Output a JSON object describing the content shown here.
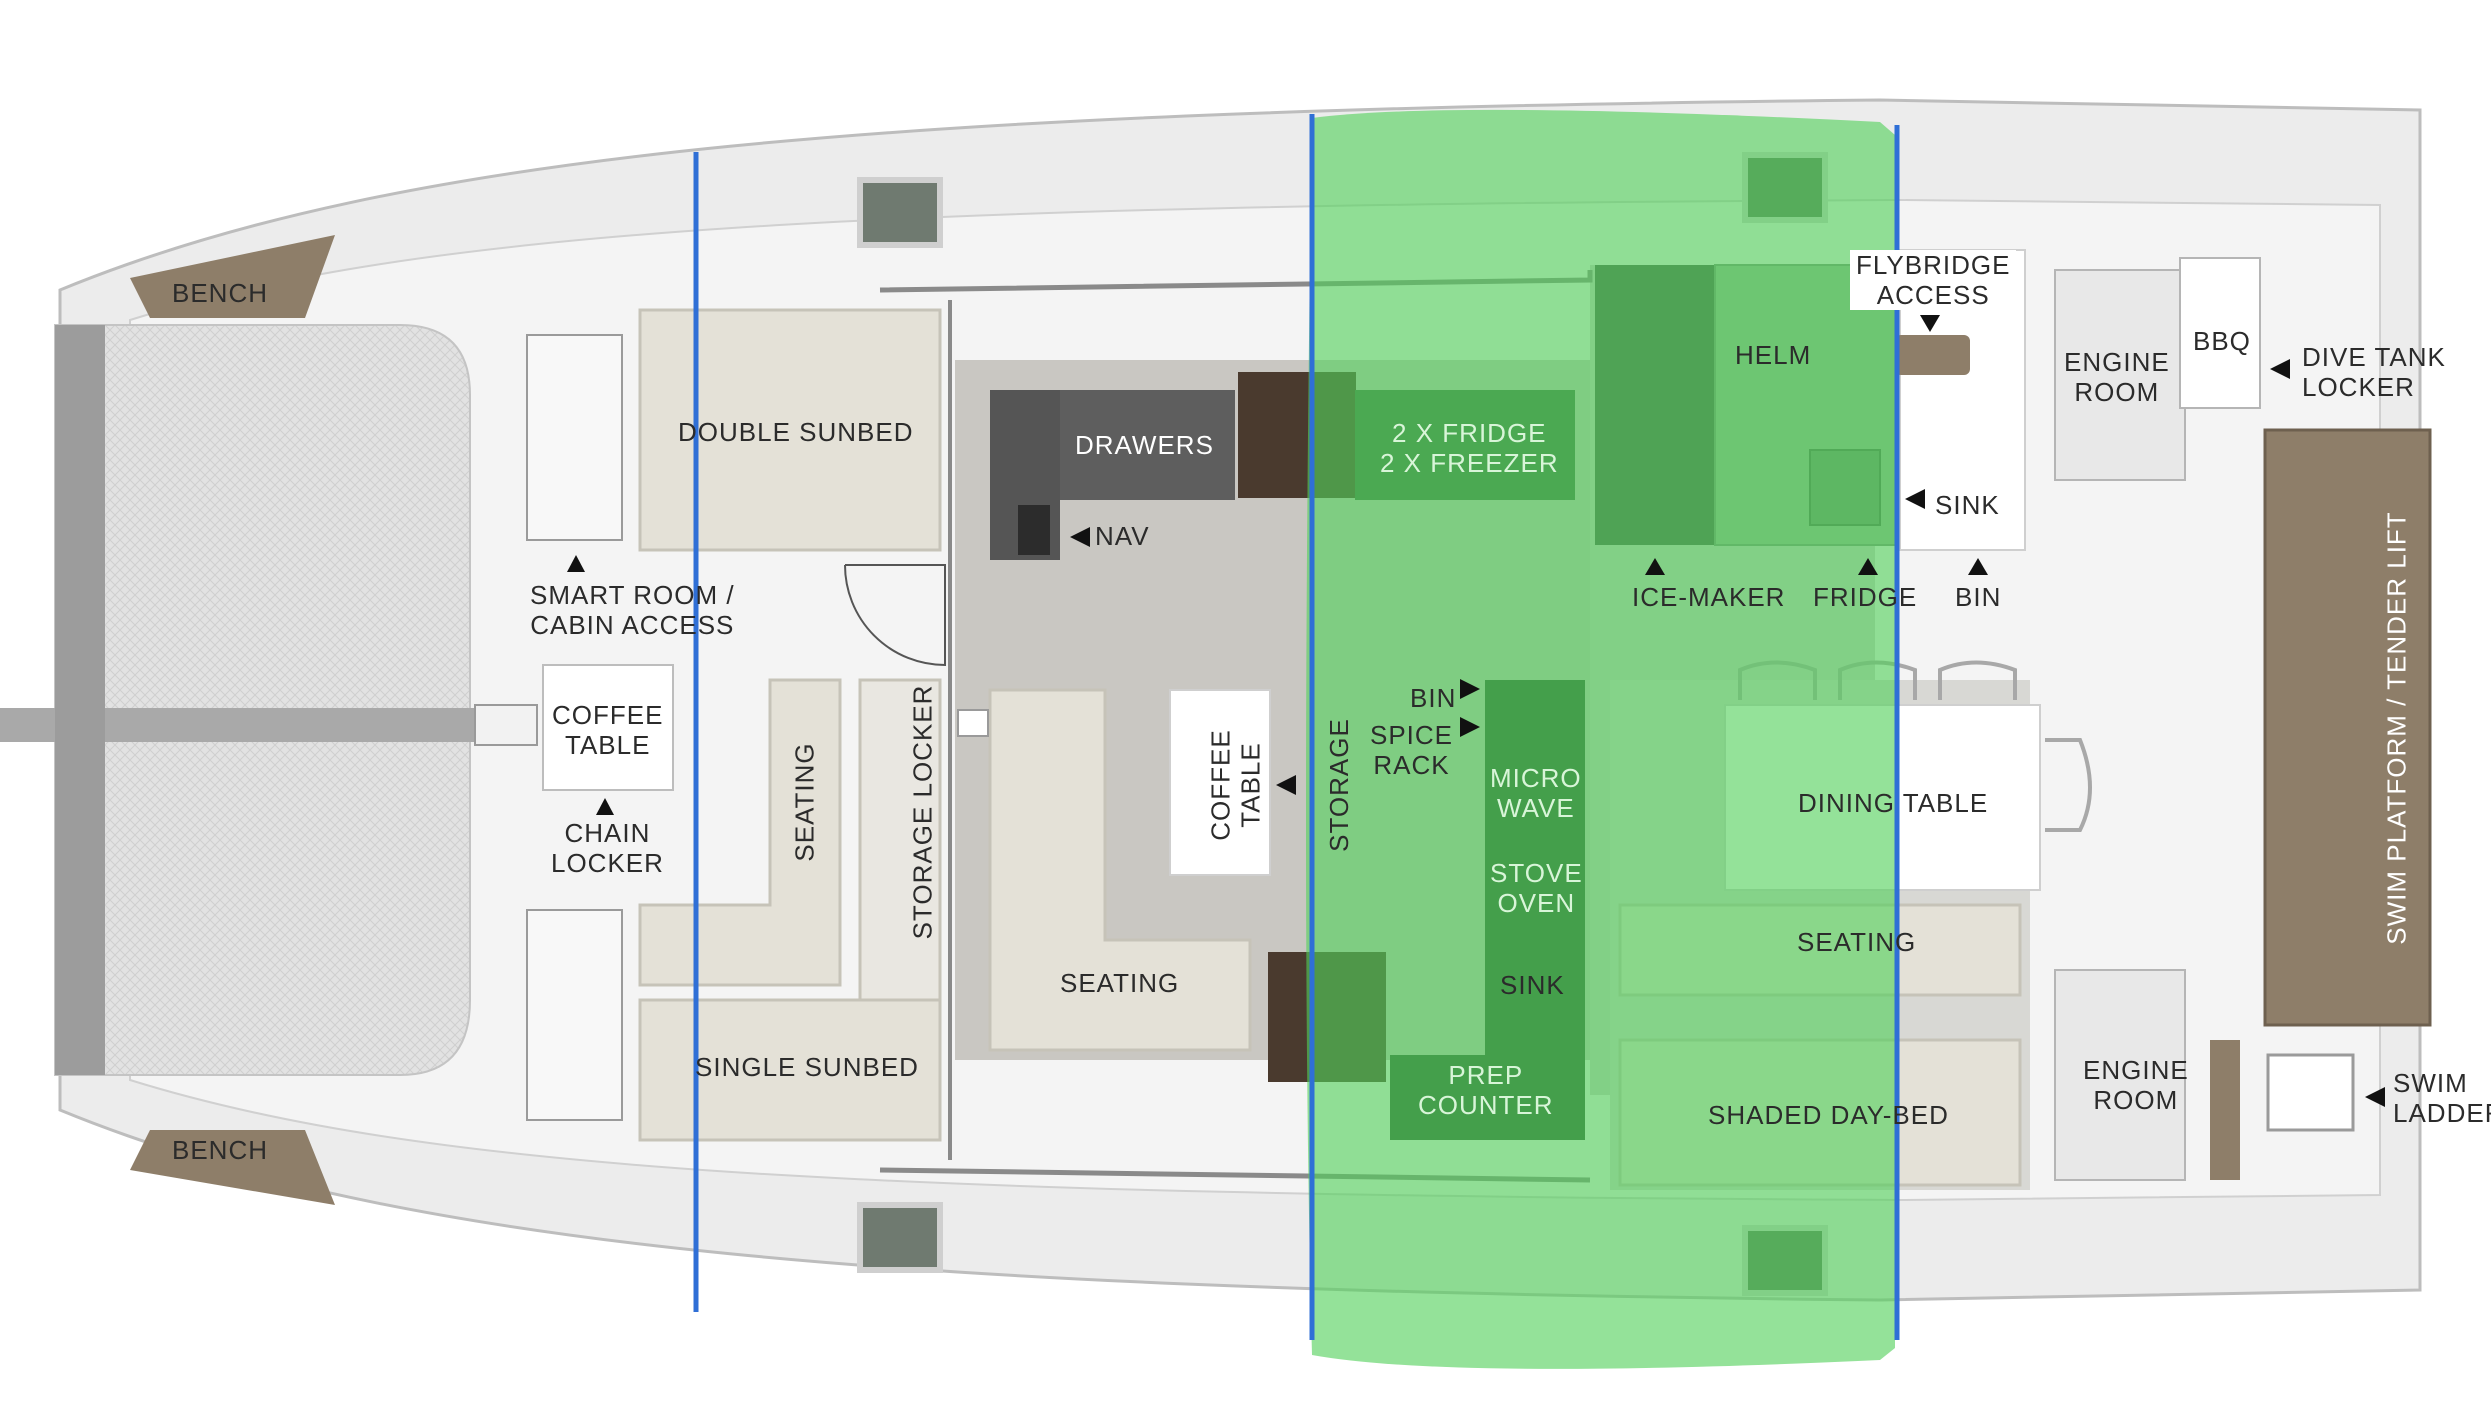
{
  "labels": {
    "bench_top": "BENCH",
    "bench_bottom": "BENCH",
    "double_sunbed": "DOUBLE SUNBED",
    "drawers": "DRAWERS",
    "fridge_freezer": "2 X FRIDGE\n2 X FREEZER",
    "helm": "HELM",
    "flybridge_access": "FLYBRIDGE\nACCESS",
    "engine_room_top": "ENGINE\nROOM",
    "bbq": "BBQ",
    "dive_tank_locker": "DIVE TANK\nLOCKER",
    "nav": "NAV",
    "sink_helm": "SINK",
    "smart_room": "SMART ROOM /\nCABIN ACCESS",
    "ice_maker": "ICE-MAKER",
    "fridge": "FRIDGE",
    "bin_aft": "BIN",
    "coffee_table_fore": "COFFEE\nTABLE",
    "chain_locker": "CHAIN\nLOCKER",
    "seating_fore": "SEATING",
    "storage_locker": "STORAGE LOCKER",
    "coffee_table_salon": "COFFEE\nTABLE",
    "storage": "STORAGE",
    "bin_galley": "BIN",
    "spice_rack": "SPICE\nRACK",
    "microwave": "MICRO\nWAVE",
    "stove_oven": "STOVE\nOVEN",
    "sink_galley": "SINK",
    "dining_table": "DINING TABLE",
    "seating_dining": "SEATING",
    "swim_platform": "SWIM PLATFORM / TENDER LIFT",
    "seating_salon": "SEATING",
    "single_sunbed": "SINGLE SUNBED",
    "prep_counter": "PREP\nCOUNTER",
    "shaded_day_bed": "SHADED DAY-BED",
    "engine_room_bottom": "ENGINE\nROOM",
    "swim_ladder": "SWIM\nLADDER"
  },
  "colors": {
    "hull": "#ececec",
    "deck": "#f6f6f6",
    "salon_floor": "#c9c7c2",
    "cushion": "#e4e1d7",
    "wood": "#8e7e69",
    "dark_unit": "#5c5c5c",
    "highlight_green": "#52d05a",
    "zone_line": "#2f6fd6",
    "net": "#d9d9d9"
  }
}
